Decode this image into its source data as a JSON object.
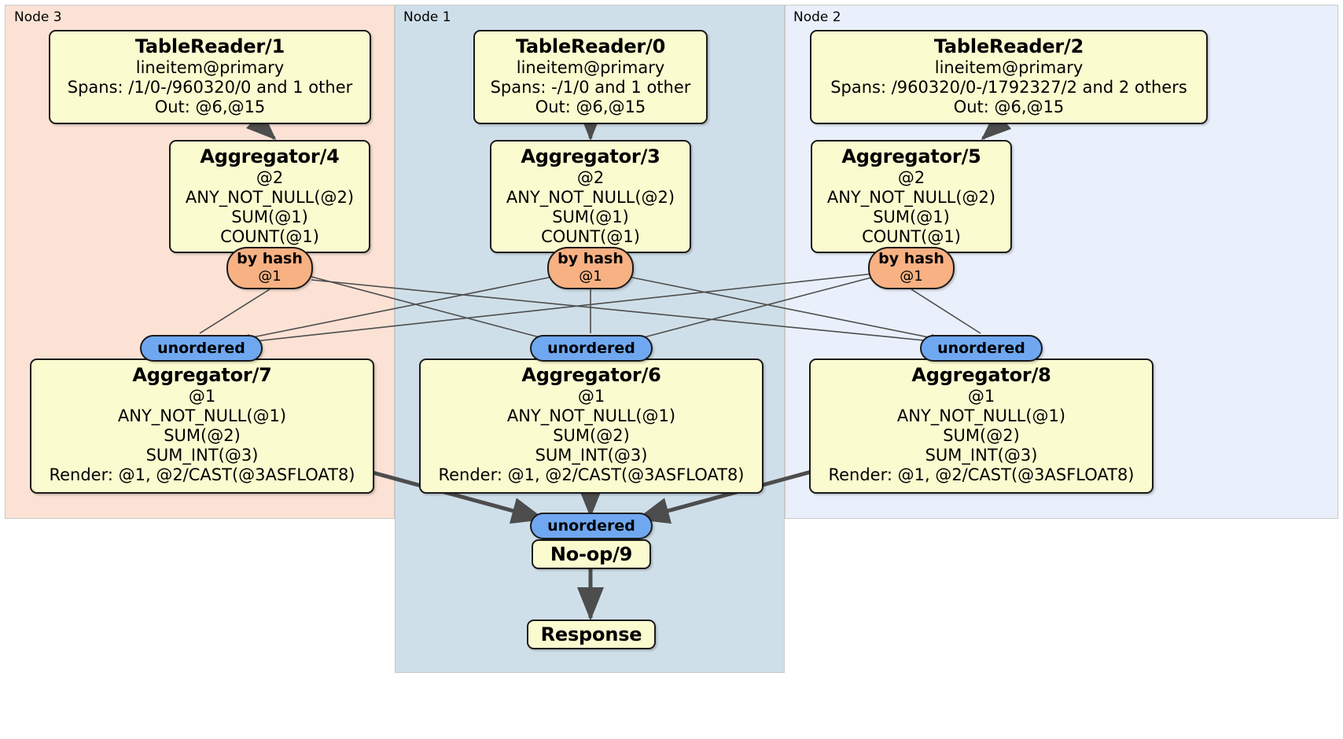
{
  "diagram": {
    "kind": "distributed-query-execution-plan",
    "panels": [
      {
        "id": "node3",
        "label": "Node 3",
        "color": "#fbe2d5"
      },
      {
        "id": "node1",
        "label": "Node 1",
        "color": "#cfdfe9"
      },
      {
        "id": "node2",
        "label": "Node 2",
        "color": "#eaf0fb"
      }
    ],
    "processors": [
      {
        "id": "tablereader1",
        "title": "TableReader/1",
        "lines": [
          "lineitem@primary",
          "Spans: /1/0-/960320/0 and 1 other",
          "Out: @6,@15"
        ]
      },
      {
        "id": "tablereader0",
        "title": "TableReader/0",
        "lines": [
          "lineitem@primary",
          "Spans: -/1/0 and 1 other",
          "Out: @6,@15"
        ]
      },
      {
        "id": "tablereader2",
        "title": "TableReader/2",
        "lines": [
          "lineitem@primary",
          "Spans: /960320/0-/1792327/2 and 2 others",
          "Out: @6,@15"
        ]
      },
      {
        "id": "aggregator4",
        "title": "Aggregator/4",
        "lines": [
          "@2",
          "ANY_NOT_NULL(@2)",
          "SUM(@1)",
          "COUNT(@1)"
        ]
      },
      {
        "id": "aggregator3",
        "title": "Aggregator/3",
        "lines": [
          "@2",
          "ANY_NOT_NULL(@2)",
          "SUM(@1)",
          "COUNT(@1)"
        ]
      },
      {
        "id": "aggregator5",
        "title": "Aggregator/5",
        "lines": [
          "@2",
          "ANY_NOT_NULL(@2)",
          "SUM(@1)",
          "COUNT(@1)"
        ]
      },
      {
        "id": "aggregator7",
        "title": "Aggregator/7",
        "lines": [
          "@1",
          "ANY_NOT_NULL(@1)",
          "SUM(@2)",
          "SUM_INT(@3)",
          "Render: @1, @2/CAST(@3ASFLOAT8)"
        ]
      },
      {
        "id": "aggregator6",
        "title": "Aggregator/6",
        "lines": [
          "@1",
          "ANY_NOT_NULL(@1)",
          "SUM(@2)",
          "SUM_INT(@3)",
          "Render: @1, @2/CAST(@3ASFLOAT8)"
        ]
      },
      {
        "id": "aggregator8",
        "title": "Aggregator/8",
        "lines": [
          "@1",
          "ANY_NOT_NULL(@1)",
          "SUM(@2)",
          "SUM_INT(@3)",
          "Render: @1, @2/CAST(@3ASFLOAT8)"
        ]
      },
      {
        "id": "noop9",
        "title": "No-op/9",
        "lines": []
      },
      {
        "id": "response",
        "title": "Response",
        "lines": []
      }
    ],
    "routers": [
      {
        "id": "hash-left",
        "title": "by hash",
        "sub": "@1",
        "color": "#f7b183"
      },
      {
        "id": "hash-center",
        "title": "by hash",
        "sub": "@1",
        "color": "#f7b183"
      },
      {
        "id": "hash-right",
        "title": "by hash",
        "sub": "@1",
        "color": "#f7b183"
      }
    ],
    "synchronizers": [
      {
        "id": "unordered-left",
        "title": "unordered",
        "color": "#6fa8f0"
      },
      {
        "id": "unordered-center",
        "title": "unordered",
        "color": "#6fa8f0"
      },
      {
        "id": "unordered-right",
        "title": "unordered",
        "color": "#6fa8f0"
      },
      {
        "id": "unordered-final",
        "title": "unordered",
        "color": "#6fa8f0"
      }
    ],
    "colors": {
      "processor_fill": "#fbfbd0",
      "processor_stroke": "#1a1a1a",
      "router_fill": "#f7b183",
      "sync_fill": "#6fa8f0",
      "edge": "#4d4d4d",
      "node3_panel": "#fbe2d5",
      "node1_panel": "#cfdfe9",
      "node2_panel": "#eaf0fb"
    }
  }
}
